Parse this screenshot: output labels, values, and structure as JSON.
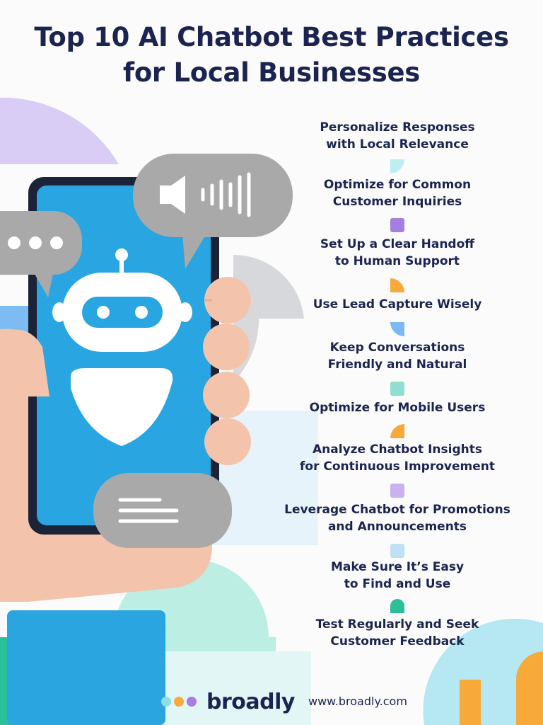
{
  "title": {
    "line1": "Top 10 AI Chatbot Best Practices",
    "line2": "for Local Businesses"
  },
  "practices": [
    {
      "line1": "Personalize Responses",
      "line2": "with Local Relevance"
    },
    {
      "line1": "Optimize for Common",
      "line2": "Customer Inquiries"
    },
    {
      "line1": "Set Up a Clear Handoff",
      "line2": "to Human Support"
    },
    {
      "line1": "Use Lead Capture Wisely",
      "line2": ""
    },
    {
      "line1": "Keep Conversations",
      "line2": "Friendly and Natural"
    },
    {
      "line1": "Optimize for Mobile Users",
      "line2": ""
    },
    {
      "line1": "Analyze Chatbot Insights",
      "line2": "for Continuous Improvement"
    },
    {
      "line1": "Leverage Chatbot for Promotions",
      "line2": "and Announcements"
    },
    {
      "line1": "Make Sure It’s Easy",
      "line2": "to Find and Use"
    },
    {
      "line1": "Test Regularly and Seek",
      "line2": "Customer Feedback"
    }
  ],
  "separators": [
    {
      "color": "#bfeef0",
      "shape": "arc-cyan"
    },
    {
      "color": "#a47ee0",
      "shape": "square"
    },
    {
      "color": "#f7a93a",
      "shape": "quarter"
    },
    {
      "color": "#7db9f0",
      "shape": "arc-blue"
    },
    {
      "color": "#8fded0",
      "shape": "square"
    },
    {
      "color": "#f7a93a",
      "shape": "semi"
    },
    {
      "color": "#c9b2f0",
      "shape": "square"
    },
    {
      "color": "#bfe0f7",
      "shape": "square"
    },
    {
      "color": "#2bbf9a",
      "shape": "semi"
    }
  ],
  "footer": {
    "logo_text": "broadly",
    "url": "www.broadly.com",
    "dot_colors": [
      "#8fdfe0",
      "#f7a93a",
      "#a47ee0"
    ]
  },
  "colors": {
    "navy": "#1b2350",
    "phone_screen": "#29a6e1",
    "skin": "#f4c3ac",
    "bubble_gray": "#a9a9a9",
    "sleeve": "#2aa5df"
  }
}
